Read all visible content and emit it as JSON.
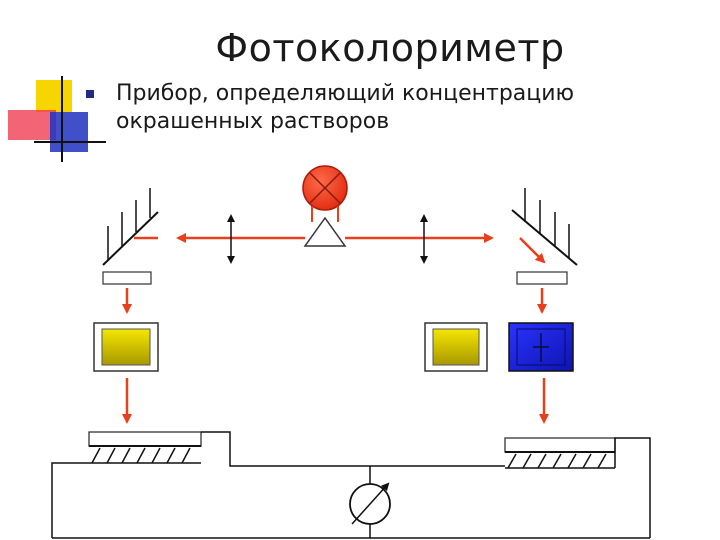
{
  "slide": {
    "title": "Фотоколориметр",
    "bullet_line1": "Прибор, определяющий концентрацию",
    "bullet_line2": "окрашенных растворов"
  },
  "colors": {
    "beam": "#e8401c",
    "lamp": "#ee4422",
    "yellow_cuvette": "#e6d400",
    "blue_cuvette": "#1a22d8",
    "logo_yellow": "#f7d500",
    "logo_red": "#f0304a",
    "logo_blue": "#2030c0"
  },
  "icons": {
    "lamp": "lamp-x-icon",
    "meter": "galvanometer-icon"
  }
}
